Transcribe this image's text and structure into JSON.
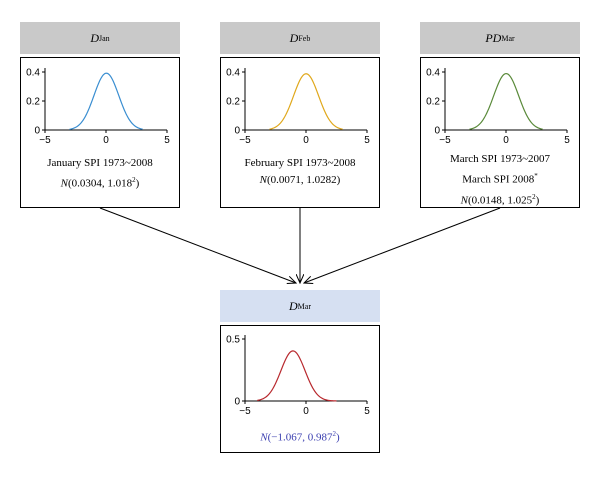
{
  "colors": {
    "header_gray": "#c9c9c9",
    "header_blue": "#d6e0f2",
    "jan": "#3a8ed1",
    "feb": "#e0a81c",
    "mar_p": "#5a8a3a",
    "mar": "#b8292e",
    "result_text": "#3b3fb0"
  },
  "nodes": {
    "jan": {
      "header_main": "D",
      "header_sub": "Jan",
      "caption1": "January SPI 1973~2008",
      "dist_name": "N",
      "dist_params": "(0.0304, 1.018",
      "dist_exp": "2",
      "dist_close": ")"
    },
    "feb": {
      "header_main": "D",
      "header_sub": "Feb",
      "caption1": "February SPI 1973~2008",
      "dist_name": "N",
      "dist_params": "(0.0071, 1.0282)"
    },
    "mar_p": {
      "header_main": "PD",
      "header_sub": "Mar",
      "caption1": "March SPI 1973~2007",
      "caption2": "March SPI 2008",
      "caption2_sup": "*",
      "dist_name": "N",
      "dist_params": "(0.0148, 1.025",
      "dist_exp": "2",
      "dist_close": ")"
    },
    "mar": {
      "header_main": "D",
      "header_sub": "Mar",
      "dist_name": "N",
      "dist_params": "(−1.067, 0.987",
      "dist_exp": "2",
      "dist_close": ")"
    }
  },
  "chart_data": [
    {
      "type": "line",
      "name": "jan",
      "mean": 0.0304,
      "sd": 1.018,
      "x_range": [
        -3,
        3
      ],
      "xlim": [
        -5,
        5
      ],
      "ylim": [
        0,
        0.4
      ],
      "xticks": [
        "−5",
        "0",
        "5"
      ],
      "yticks": [
        "0",
        "0.2",
        "0.4"
      ]
    },
    {
      "type": "line",
      "name": "feb",
      "mean": 0.0071,
      "sd": 1.0282,
      "x_range": [
        -3,
        3
      ],
      "xlim": [
        -5,
        5
      ],
      "ylim": [
        0,
        0.4
      ],
      "xticks": [
        "−5",
        "0",
        "5"
      ],
      "yticks": [
        "0",
        "0.2",
        "0.4"
      ]
    },
    {
      "type": "line",
      "name": "mar_p",
      "mean": 0.0148,
      "sd": 1.025,
      "x_range": [
        -3,
        3
      ],
      "xlim": [
        -5,
        5
      ],
      "ylim": [
        0,
        0.4
      ],
      "xticks": [
        "−5",
        "0",
        "5"
      ],
      "yticks": [
        "0",
        "0.2",
        "0.4"
      ]
    },
    {
      "type": "line",
      "name": "mar",
      "mean": -1.067,
      "sd": 0.987,
      "x_range": [
        -4,
        2.5
      ],
      "xlim": [
        -5,
        5
      ],
      "ylim": [
        0,
        0.5
      ],
      "xticks": [
        "−5",
        "0",
        "5"
      ],
      "yticks": [
        "0",
        "0.5"
      ]
    }
  ]
}
